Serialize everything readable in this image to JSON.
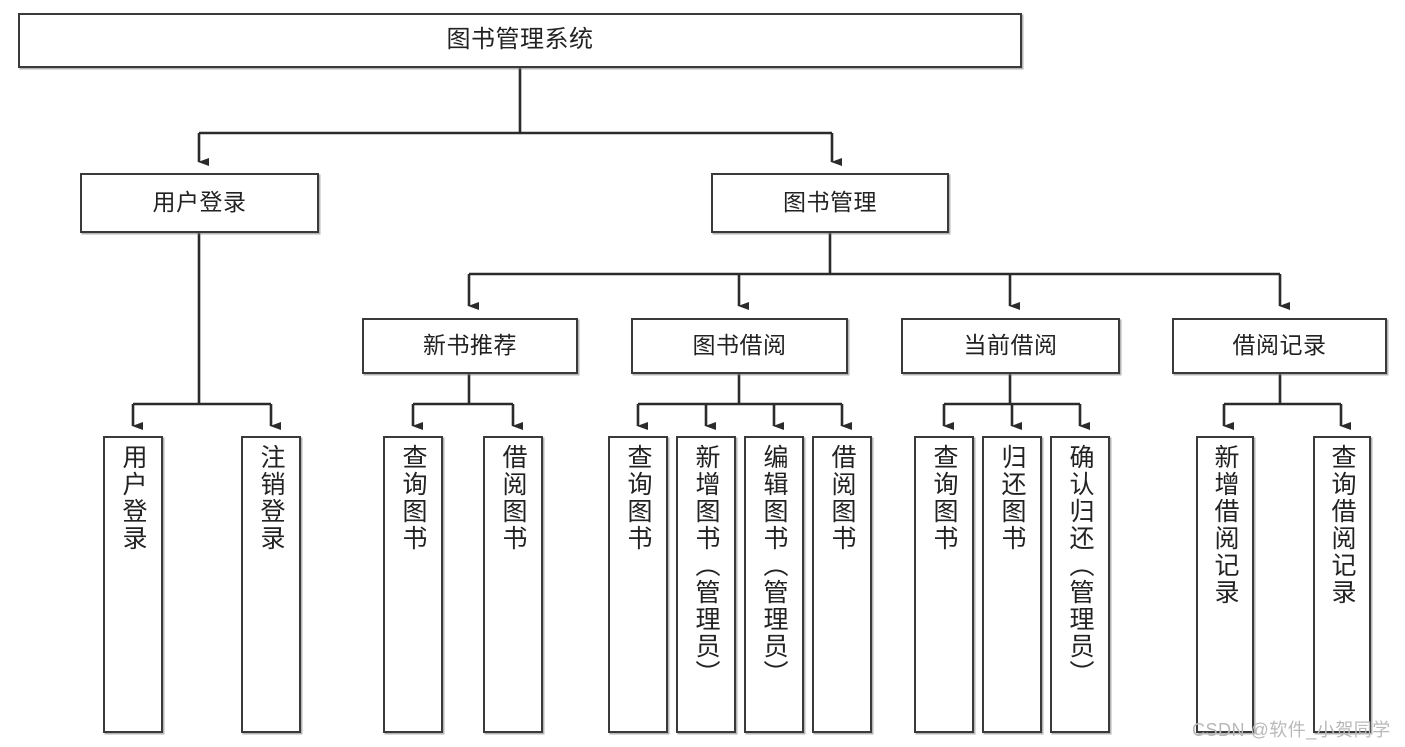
{
  "diagram": {
    "title": "图书管理系统",
    "type": "hierarchy-tree",
    "watermark": "CSDN @软件_小贺同学",
    "colors": {
      "box_border": "#3a3a3a",
      "box_fill": "#ffffff",
      "edge": "#2b2b2b",
      "text": "#222222",
      "watermark": "#b9b9b9"
    },
    "levels": [
      {
        "level": 1,
        "nodes": [
          {
            "id": "root",
            "label": "图书管理系统",
            "orientation": "horizontal"
          }
        ]
      },
      {
        "level": 2,
        "nodes": [
          {
            "id": "login",
            "label": "用户登录",
            "orientation": "horizontal",
            "parent": "root"
          },
          {
            "id": "bookmgmt",
            "label": "图书管理",
            "orientation": "horizontal",
            "parent": "root"
          }
        ]
      },
      {
        "level": 3,
        "nodes": [
          {
            "id": "newbook",
            "label": "新书推荐",
            "orientation": "horizontal",
            "parent": "bookmgmt"
          },
          {
            "id": "borrow",
            "label": "图书借阅",
            "orientation": "horizontal",
            "parent": "bookmgmt"
          },
          {
            "id": "current",
            "label": "当前借阅",
            "orientation": "horizontal",
            "parent": "bookmgmt"
          },
          {
            "id": "records",
            "label": "借阅记录",
            "orientation": "horizontal",
            "parent": "bookmgmt"
          }
        ]
      },
      {
        "level": 4,
        "nodes": [
          {
            "id": "leaf1",
            "label": "用户登录",
            "orientation": "vertical",
            "parent": "login"
          },
          {
            "id": "leaf2",
            "label": "注销登录",
            "orientation": "vertical",
            "parent": "login"
          },
          {
            "id": "leaf3",
            "label": "查询图书",
            "orientation": "vertical",
            "parent": "newbook"
          },
          {
            "id": "leaf4",
            "label": "借阅图书",
            "orientation": "vertical",
            "parent": "newbook"
          },
          {
            "id": "leaf5",
            "label": "查询图书",
            "orientation": "vertical",
            "parent": "borrow"
          },
          {
            "id": "leaf6",
            "label": "新增图书（管理员）",
            "orientation": "vertical",
            "parent": "borrow"
          },
          {
            "id": "leaf7",
            "label": "编辑图书（管理员）",
            "orientation": "vertical",
            "parent": "borrow"
          },
          {
            "id": "leaf8",
            "label": "借阅图书",
            "orientation": "vertical",
            "parent": "borrow"
          },
          {
            "id": "leaf9",
            "label": "查询图书",
            "orientation": "vertical",
            "parent": "current"
          },
          {
            "id": "leaf10",
            "label": "归还图书",
            "orientation": "vertical",
            "parent": "current"
          },
          {
            "id": "leaf11",
            "label": "确认归还（管理员）",
            "orientation": "vertical",
            "parent": "current"
          },
          {
            "id": "leaf12",
            "label": "新增借阅记录",
            "orientation": "vertical",
            "parent": "records"
          },
          {
            "id": "leaf13",
            "label": "查询借阅记录",
            "orientation": "vertical",
            "parent": "records"
          }
        ]
      }
    ]
  }
}
